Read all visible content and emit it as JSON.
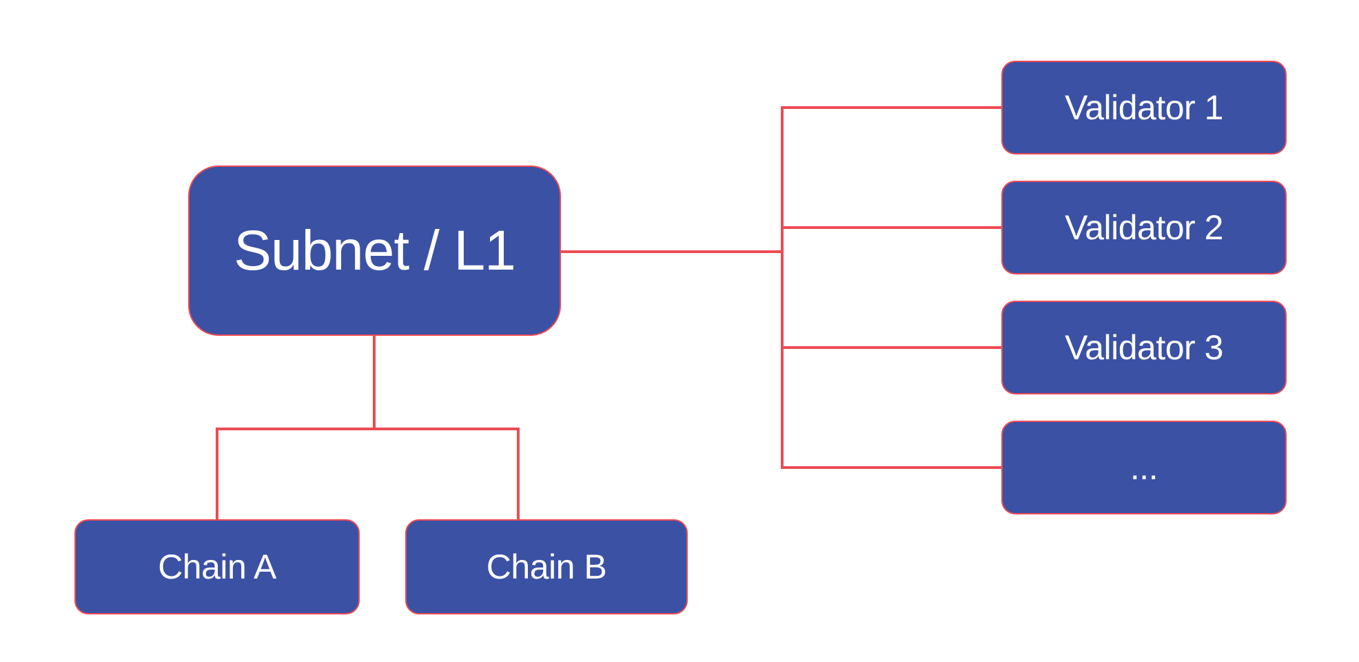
{
  "colors": {
    "background": "#FFFFFF",
    "node_fill": "#3B51A4",
    "line": "#EE4B54",
    "text": "#FFFFFF"
  },
  "diagram": {
    "subnet": {
      "label": "Subnet / L1"
    },
    "chains": [
      {
        "label": "Chain A"
      },
      {
        "label": "Chain B"
      }
    ],
    "validators": [
      {
        "label": "Validator 1"
      },
      {
        "label": "Validator 2"
      },
      {
        "label": "Validator 3"
      },
      {
        "label": "..."
      }
    ]
  }
}
